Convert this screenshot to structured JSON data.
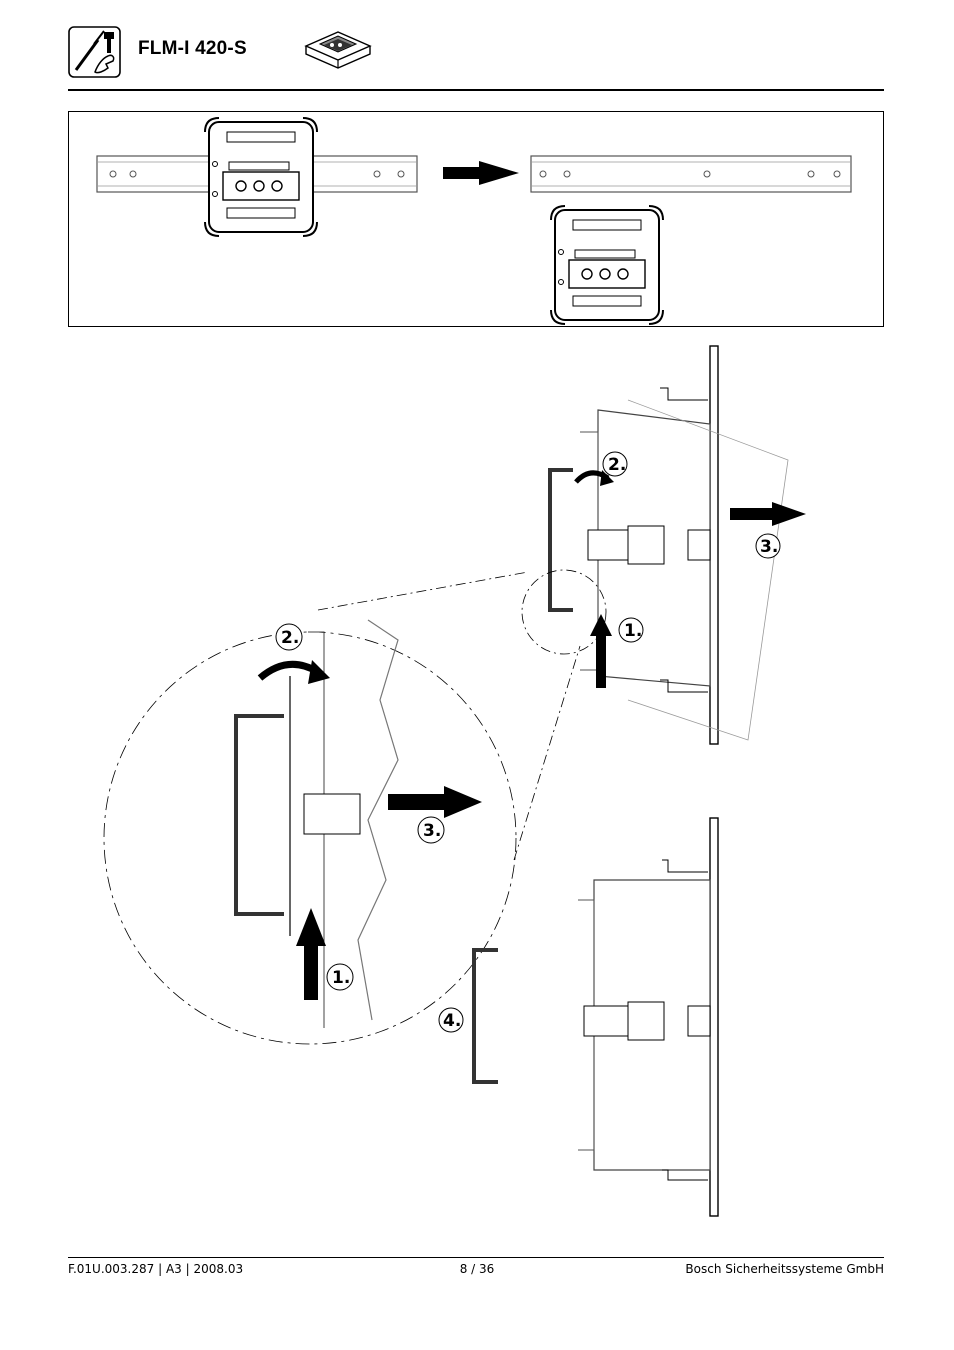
{
  "header": {
    "title": "FLM-I 420-S",
    "tool_icon": "screwdriver-wrench-icon",
    "product_icon": "module-thumbnail-icon"
  },
  "steps": {
    "one": "1.",
    "two": "2.",
    "three": "3.",
    "four": "4."
  },
  "footer": {
    "doc_ref": "F.01U.003.287 | A3 | 2008.03",
    "page": "8 / 36",
    "company": "Bosch Sicherheitssysteme GmbH"
  }
}
